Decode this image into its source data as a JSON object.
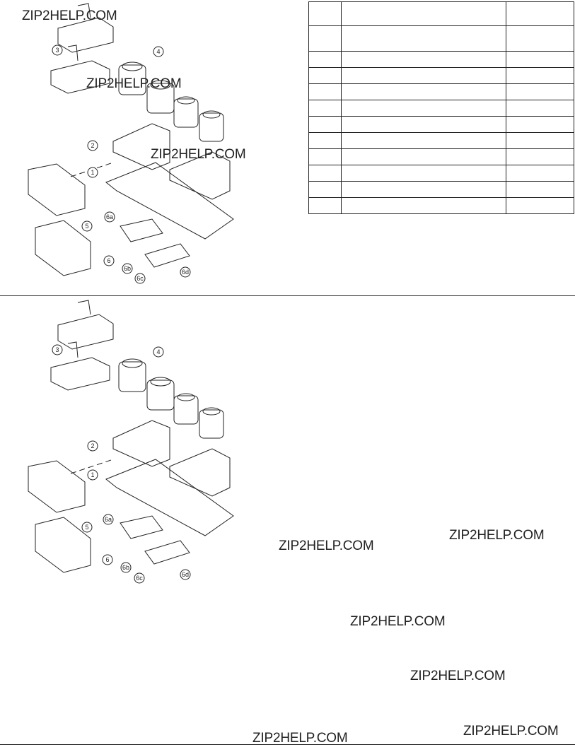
{
  "watermark_text": "ZIP2HELP.COM",
  "parts_table": {
    "header": [
      "",
      "",
      ""
    ],
    "rows": 11
  },
  "callouts_top": [
    "1",
    "2",
    "3",
    "4",
    "5",
    "6",
    "6a",
    "6b",
    "6c",
    "6d"
  ],
  "callouts_bottom": [
    "1",
    "2",
    "3",
    "4",
    "5",
    "6",
    "6a",
    "6b",
    "6c",
    "6d"
  ]
}
